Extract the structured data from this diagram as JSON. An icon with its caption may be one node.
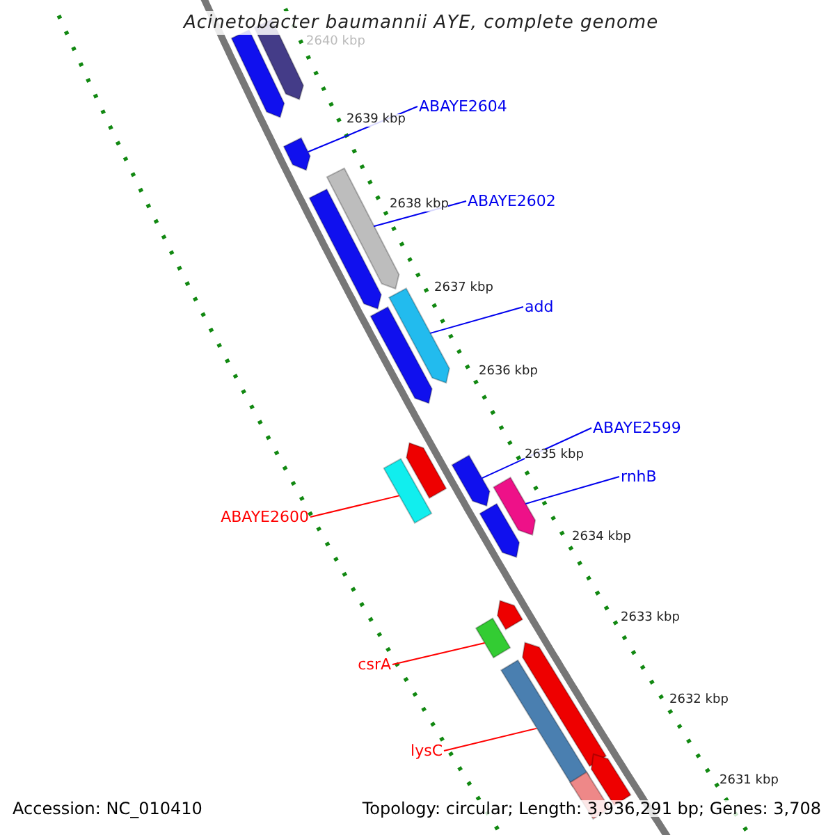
{
  "diagram": {
    "title": "Acinetobacter baumannii AYE, complete genome",
    "nodes": [
      {
        "text": [
          "ABAYE2604"
        ]
      },
      {
        "text": [
          "ABAYE2602"
        ]
      },
      {
        "text": [
          "add"
        ]
      },
      {
        "text": [
          "ABAYE2599"
        ]
      },
      {
        "text": [
          "rnhB"
        ]
      },
      {
        "text": [
          "ABAYE2600"
        ]
      },
      {
        "text": [
          "csrA"
        ]
      },
      {
        "text": [
          "lysC"
        ]
      },
      {
        "text": [],
        "shape": "arrow"
      },
      {
        "text": [],
        "shape": "arrow"
      },
      {
        "text": [],
        "shape": "arrow"
      },
      {
        "text": [],
        "shape": "arrow"
      },
      {
        "text": [],
        "shape": "arrow"
      },
      {
        "text": [],
        "shape": "arrow"
      },
      {
        "text": [],
        "shape": "arrow"
      },
      {
        "text": [],
        "shape": "arrow"
      },
      {
        "text": [],
        "shape": "bar"
      },
      {
        "text": [],
        "shape": "arrow"
      },
      {
        "text": [],
        "shape": "arrow"
      },
      {
        "text": [],
        "shape": "arrow"
      },
      {
        "text": [],
        "shape": "arrow"
      },
      {
        "text": [],
        "shape": "bar"
      },
      {
        "text": [],
        "shape": "arrow"
      },
      {
        "text": [],
        "shape": "bar"
      },
      {
        "text": [],
        "shape": "arrow"
      },
      {
        "text": [],
        "shape": "bar"
      }
    ],
    "edges": [
      {
        "from": 0,
        "to": 10,
        "arrow": "none"
      },
      {
        "from": 1,
        "to": 11,
        "arrow": "none"
      },
      {
        "from": 2,
        "to": 13,
        "arrow": "none"
      },
      {
        "from": 3,
        "to": 17,
        "arrow": "none"
      },
      {
        "from": 4,
        "to": 18,
        "arrow": "none"
      },
      {
        "from": 5,
        "to": 16,
        "arrow": "none",
        "color": "#ff0000"
      },
      {
        "from": 6,
        "to": 21,
        "arrow": "none",
        "color": "#ff0000"
      },
      {
        "from": 7,
        "to": 23,
        "arrow": "none",
        "color": "#ff0000"
      }
    ],
    "labels": [
      "2640 kbp",
      "2639 kbp",
      "2638 kbp",
      "2637 kbp",
      "2636 kbp",
      "2635 kbp",
      "2634 kbp",
      "2633 kbp",
      "2632 kbp",
      "2631 kbp",
      "Accession: NC_010410",
      "Topology: circular; Length: 3,936,291 bp; Genes: 3,708"
    ]
  }
}
